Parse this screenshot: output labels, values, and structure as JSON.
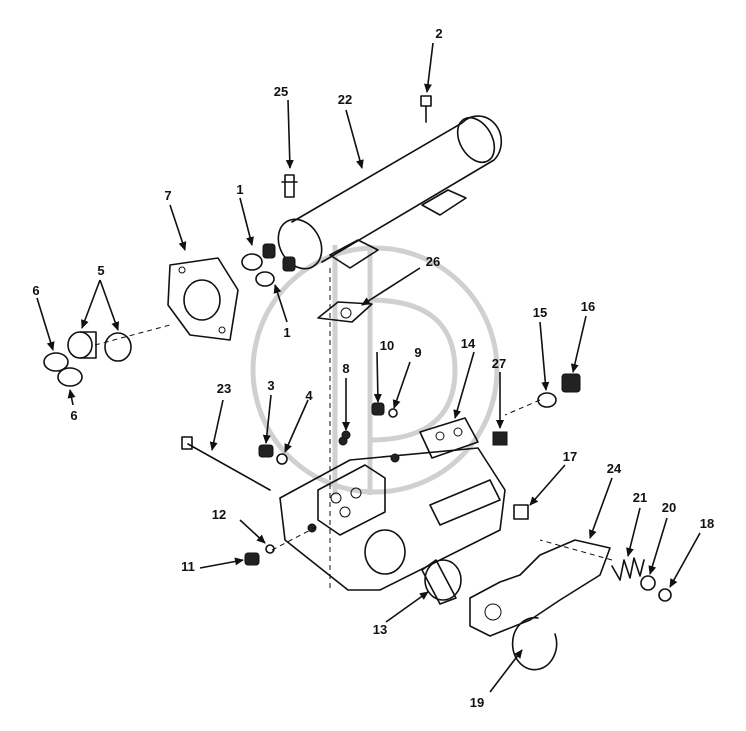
{
  "callouts": {
    "c1a": "1",
    "c1b": "1",
    "c2": "2",
    "c3": "3",
    "c4": "4",
    "c5": "5",
    "c6a": "6",
    "c6b": "6",
    "c7": "7",
    "c8": "8",
    "c9": "9",
    "c10": "10",
    "c11": "11",
    "c12": "12",
    "c13": "13",
    "c14": "14",
    "c15": "15",
    "c16": "16",
    "c17": "17",
    "c18": "18",
    "c19": "19",
    "c20": "20",
    "c21": "21",
    "c22": "22",
    "c23": "23",
    "c24": "24",
    "c25": "25",
    "c26": "26",
    "c27": "27"
  },
  "colors": {
    "line": "#111111",
    "watermark": "#d0d0d0",
    "background": "#ffffff"
  }
}
